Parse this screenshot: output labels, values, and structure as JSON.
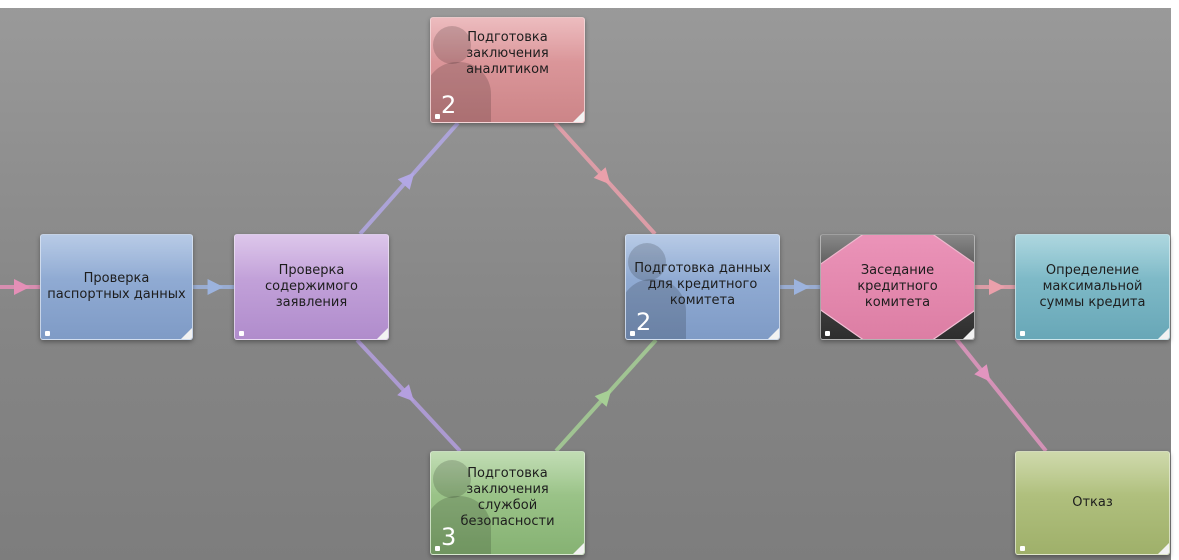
{
  "nodes": {
    "passport": {
      "label": "Проверка\nпаспортных данных",
      "color": "#8ea9d3"
    },
    "content": {
      "label": "Проверка\nсодержимого\nзаявления",
      "color": "#c09fda"
    },
    "analyst": {
      "label": "Подготовка\nзаключения\nаналитиком",
      "count": "2",
      "color": "#dc9598"
    },
    "security": {
      "label": "Подготовка\nзаключения\nслужбой\nбезопасности",
      "count": "3",
      "color": "#98c185"
    },
    "committee_data": {
      "label": "Подготовка данных\nдля кредитного\nкомитета",
      "count": "2",
      "color": "#8ea9d3"
    },
    "meeting": {
      "label": "Заседание\nкредитного\nкомитета",
      "color": "#e68ab0"
    },
    "max_amount": {
      "label": "Определение\nмаксимальной\nсуммы кредита",
      "color": "#7cb8c6"
    },
    "refusal": {
      "label": "Отказ",
      "color": "#aebe7c"
    }
  },
  "edges": [
    {
      "from": "entry",
      "to": "passport",
      "color": "#e58fb7"
    },
    {
      "from": "passport",
      "to": "content",
      "color": "#9cb3de"
    },
    {
      "from": "content",
      "to": "analyst",
      "color": "#b2a7e4"
    },
    {
      "from": "content",
      "to": "security",
      "color": "#b49fdf"
    },
    {
      "from": "analyst",
      "to": "committee_data",
      "color": "#eaa0ab"
    },
    {
      "from": "security",
      "to": "committee_data",
      "color": "#a6cf95"
    },
    {
      "from": "committee_data",
      "to": "meeting",
      "color": "#9cb3de"
    },
    {
      "from": "meeting",
      "to": "max_amount",
      "color": "#eaa0ab"
    },
    {
      "from": "meeting",
      "to": "refusal",
      "color": "#e295bf"
    }
  ]
}
